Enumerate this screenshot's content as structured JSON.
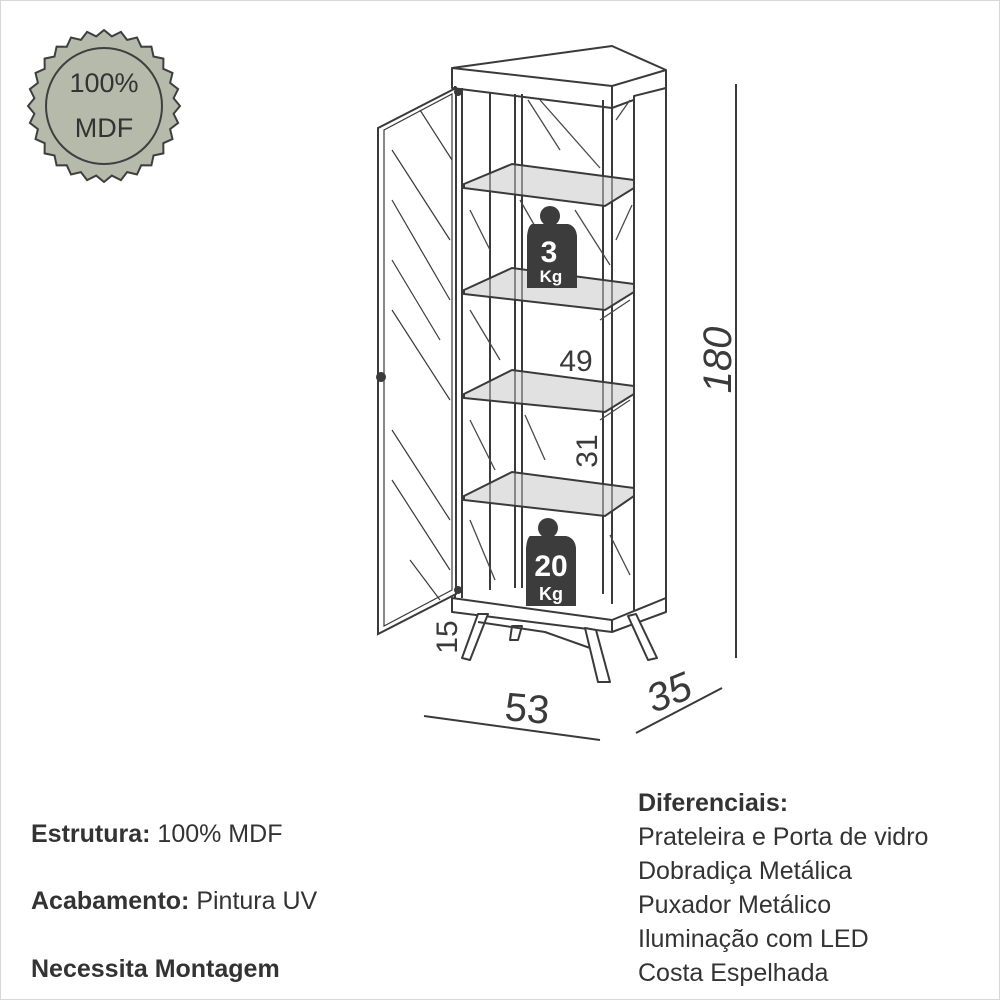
{
  "badge": {
    "line1": "100%",
    "line2": "MDF",
    "fill": "#b5baab"
  },
  "dimensions": {
    "height": "180",
    "width": "53",
    "depth": "35",
    "feet": "15",
    "shelf_gap_upper": "49",
    "shelf_gap_lower": "31"
  },
  "weights": {
    "shelf": {
      "value": "3",
      "unit": "Kg"
    },
    "base": {
      "value": "20",
      "unit": "Kg"
    },
    "fill": "#3c3c3c"
  },
  "specs": {
    "estrutura_label": "Estrutura:",
    "estrutura_value": "100% MDF",
    "acabamento_label": "Acabamento:",
    "acabamento_value": "Pintura UV",
    "montagem": "Necessita Montagem"
  },
  "diferenciais": {
    "title": "Diferenciais:",
    "items": [
      "Prateleira e Porta  de vidro",
      "Dobradiça Metálica",
      "Puxador Metálico",
      "Iluminação com LED",
      "Costa Espelhada"
    ]
  }
}
